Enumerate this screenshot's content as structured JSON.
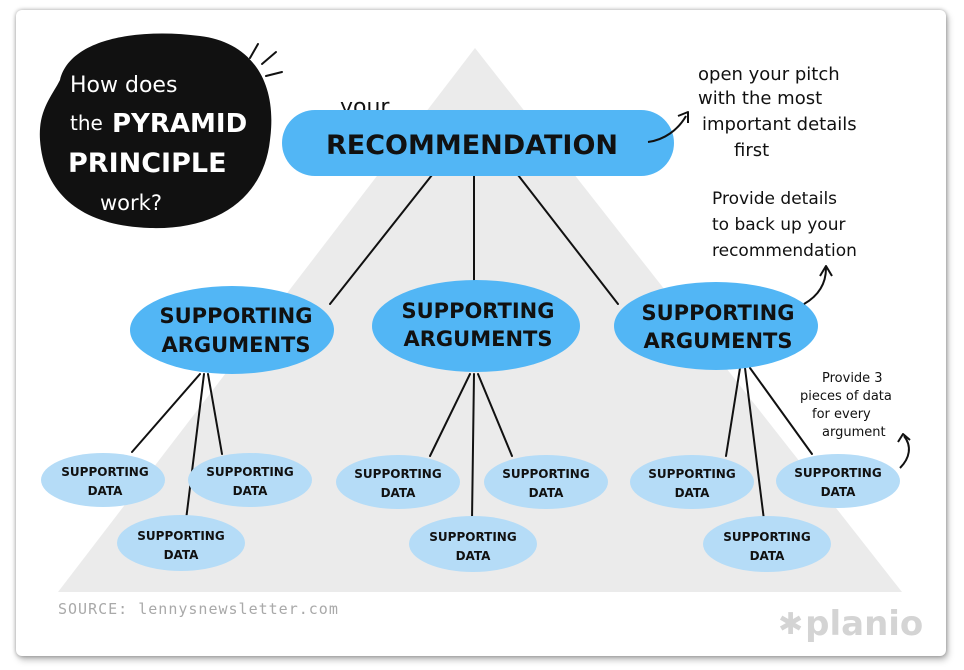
{
  "question": {
    "line1": "How does",
    "line2_prefix": "the",
    "line2_bold": "PYRAMID",
    "line3": "PRINCIPLE",
    "line4": "work?"
  },
  "top": {
    "prefix": "your",
    "label": "RECOMMENDATION"
  },
  "arguments": [
    {
      "line1": "SUPPORTING",
      "line2": "ARGUMENTS"
    },
    {
      "line1": "SUPPORTING",
      "line2": "ARGUMENTS"
    },
    {
      "line1": "SUPPORTING",
      "line2": "ARGUMENTS"
    }
  ],
  "data_nodes": [
    {
      "line1": "SUPPORTING",
      "line2": "DATA"
    },
    {
      "line1": "SUPPORTING",
      "line2": "DATA"
    },
    {
      "line1": "SUPPORTING",
      "line2": "DATA"
    },
    {
      "line1": "SUPPORTING",
      "line2": "DATA"
    },
    {
      "line1": "SUPPORTING",
      "line2": "DATA"
    },
    {
      "line1": "SUPPORTING",
      "line2": "DATA"
    },
    {
      "line1": "SUPPORTING",
      "line2": "DATA"
    },
    {
      "line1": "SUPPORTING",
      "line2": "DATA"
    },
    {
      "line1": "SUPPORTING",
      "line2": "DATA"
    }
  ],
  "notes": {
    "top": [
      "open your pitch",
      "with the most",
      "important details",
      "first"
    ],
    "middle": [
      "Provide details",
      "to back up your",
      "recommendation"
    ],
    "bottom": [
      "Provide 3",
      "pieces of data",
      "for every",
      "argument"
    ]
  },
  "source": "SOURCE: lennysnewsletter.com",
  "brand": "planio",
  "colors": {
    "node_blue": "#52b6f5",
    "data_blue": "#b5dcf7",
    "pyramid_grey": "#ebebeb",
    "question_bg": "#111111"
  }
}
